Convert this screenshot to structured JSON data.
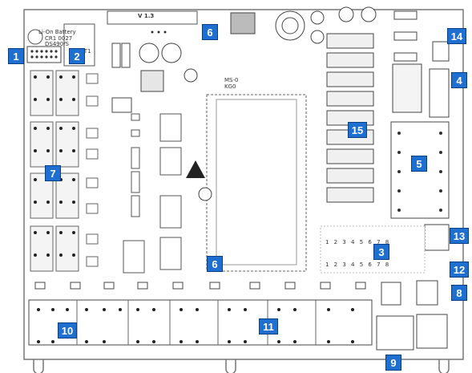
{
  "board": {
    "version_label": "V 1.3",
    "battery_label": "Li-On Battery",
    "battery_sub": "CR1 0027",
    "battery_sub2": "DS490/S",
    "fuse_label": "BT1",
    "ms_label": "MS-0",
    "kg_label": "KG0",
    "row_digits_a": "1 2 3 4 5 6 7 8",
    "row_digits_b": "1 2 3 4 5 6 7 8"
  },
  "callouts": [
    {
      "id": "c1",
      "label": "1"
    },
    {
      "id": "c2",
      "label": "2"
    },
    {
      "id": "c4",
      "label": "4"
    },
    {
      "id": "c5",
      "label": "5"
    },
    {
      "id": "c6a",
      "label": "6"
    },
    {
      "id": "c6b",
      "label": "6"
    },
    {
      "id": "c7",
      "label": "7"
    },
    {
      "id": "c8",
      "label": "8"
    },
    {
      "id": "c9",
      "label": "9"
    },
    {
      "id": "c10",
      "label": "10"
    },
    {
      "id": "c11",
      "label": "11"
    },
    {
      "id": "c12",
      "label": "12"
    },
    {
      "id": "c13",
      "label": "13"
    },
    {
      "id": "c14",
      "label": "14"
    },
    {
      "id": "c15",
      "label": "15"
    },
    {
      "id": "c3",
      "label": "3"
    }
  ]
}
